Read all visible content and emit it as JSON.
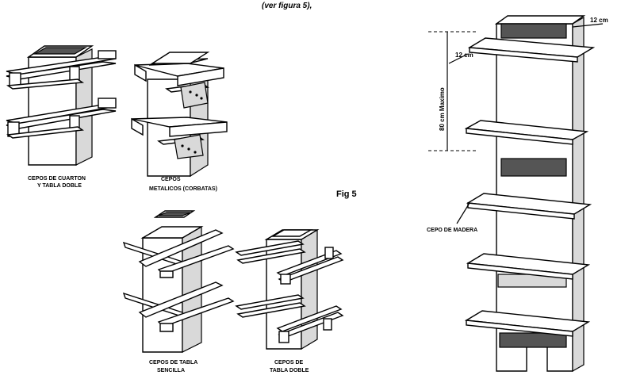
{
  "top_note": "(ver figura 5),",
  "figure_label": "Fig 5",
  "captions": {
    "cuarton_line1": "CEPOS DE CUARTON",
    "cuarton_line2": "Y TABLA DOBLE",
    "metalicos_line1": "CEPOS",
    "metalicos_line2": "METALICOS (CORBATAS)",
    "sencilla_line1": "CEPOS DE TABLA",
    "sencilla_line2": "SENCILLA",
    "doble_line1": "CEPOS DE",
    "doble_line2": "TABLA DOBLE",
    "cepo_madera": "CEPO DE MADERA"
  },
  "dimensions": {
    "width_top": "12 cm",
    "width_side": "12 cm",
    "spacing": "80 cm Maximo"
  }
}
